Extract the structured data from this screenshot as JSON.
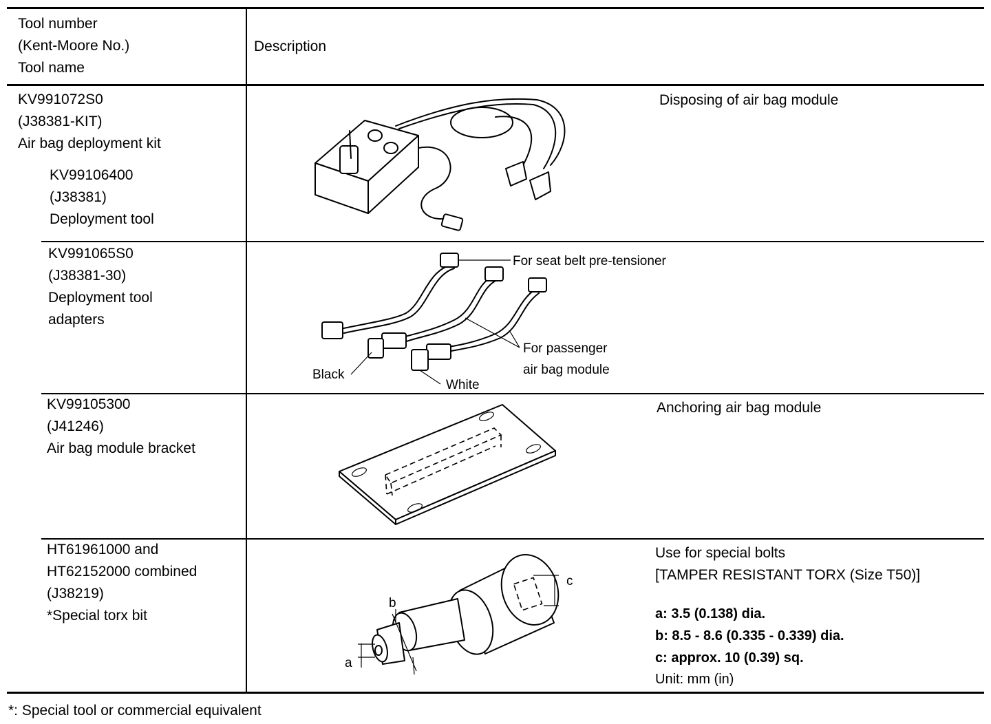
{
  "header": {
    "tool_col_lines": [
      "Tool number",
      "(Kent-Moore No.)",
      "Tool name"
    ],
    "description": "Description"
  },
  "rows": [
    {
      "tool_lines": [
        "KV991072S0",
        "(J38381-KIT)",
        "Air bag deployment kit"
      ],
      "sub_tool_lines": [
        "KV99106400",
        "(J38381)",
        "Deployment tool"
      ],
      "description": "Disposing of air bag module"
    },
    {
      "tool_lines": [
        "KV991065S0",
        "(J38381-30)",
        "Deployment tool",
        "adapters"
      ],
      "labels": {
        "seat_belt": "For seat belt pre-tensioner",
        "passenger_1": "For passenger",
        "passenger_2": "air bag module",
        "black": "Black",
        "white": "White"
      }
    },
    {
      "tool_lines": [
        "KV99105300",
        "(J41246)",
        "Air bag module bracket"
      ],
      "description": "Anchoring air bag module"
    },
    {
      "tool_lines": [
        "HT61961000 and",
        "HT62152000 combined",
        "(J38219)",
        "*Special torx bit"
      ],
      "description_lines": [
        "Use for special bolts",
        "[TAMPER RESISTANT TORX (Size T50)]"
      ],
      "specs": [
        "a: 3.5 (0.138) dia.",
        "b: 8.5 - 8.6 (0.335 - 0.339) dia.",
        "c: approx. 10 (0.39) sq."
      ],
      "unit": "Unit: mm (in)",
      "dim_labels": {
        "a": "a",
        "b": "b",
        "c": "c"
      }
    }
  ],
  "footnote": "*: Special tool or commercial equivalent"
}
